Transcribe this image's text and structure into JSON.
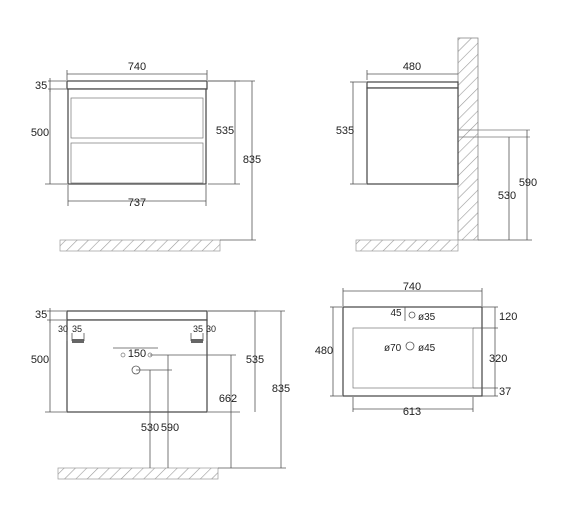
{
  "views": {
    "front": {
      "width_top": "740",
      "top_thickness": "35",
      "front_height": "500",
      "body_height": "535",
      "total_height": "835",
      "width_bottom": "737"
    },
    "side": {
      "depth": "480",
      "height": "535",
      "outlet_height": "590",
      "wall_height": "530"
    },
    "back": {
      "top_thickness": "35",
      "left_offset_a": "30",
      "left_offset_b": "35",
      "right_offset_a": "35",
      "right_offset_b": "30",
      "holes_spacing": "150",
      "front_height": "500",
      "body_height": "535",
      "drain_height": "662",
      "total_height": "835",
      "dim_530": "530",
      "dim_590": "590"
    },
    "top": {
      "width": "740",
      "depth": "480",
      "tap_offset": "45",
      "tap_hole": "ø35",
      "back_margin": "120",
      "drain_dia": "ø70",
      "overflow_dia": "ø45",
      "basin_depth": "320",
      "front_margin": "37",
      "basin_width": "613"
    }
  }
}
